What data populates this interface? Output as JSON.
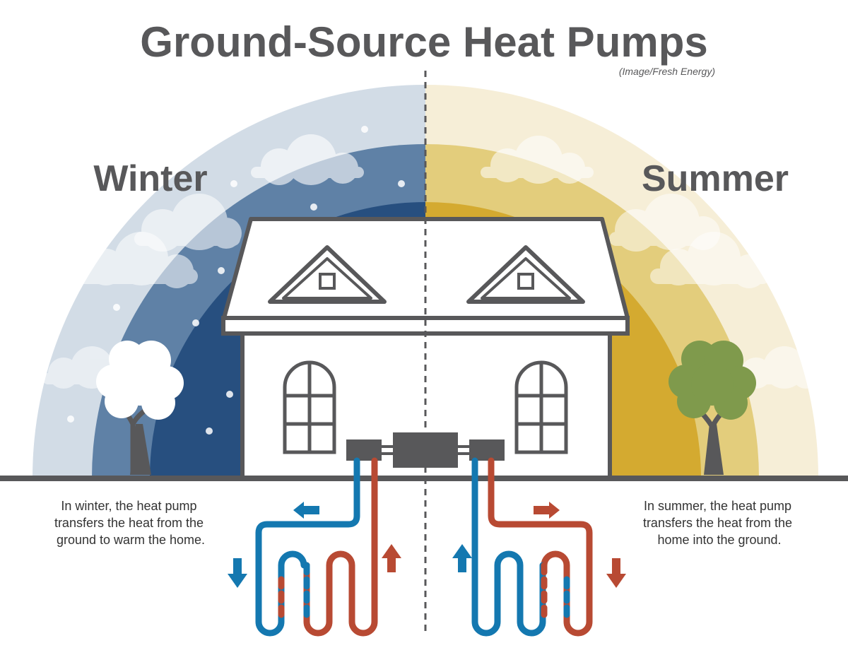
{
  "title": "Ground-Source Heat Pumps",
  "credit": "(Image/Fresh Energy)",
  "winter": {
    "label": "Winter",
    "caption_lines": [
      "In winter, the heat pump",
      "transfers the heat from the",
      "ground to warm the home."
    ]
  },
  "summer": {
    "label": "Summer",
    "caption_lines": [
      "In summer, the heat pump",
      "transfers the heat from the",
      "home into the ground."
    ]
  },
  "colors": {
    "text": "#58585a",
    "winter_outer": "#d2dce6",
    "winter_mid": "#5f81a6",
    "winter_inner": "#274f7f",
    "summer_outer": "#f6eed7",
    "summer_mid": "#e3cd7c",
    "summer_inner": "#d4aa30",
    "outline": "#58585a",
    "cold_pipe": "#1478b0",
    "hot_pipe": "#b84a33",
    "tree_winter": "#ffffff",
    "tree_summer": "#7f9a4c"
  }
}
